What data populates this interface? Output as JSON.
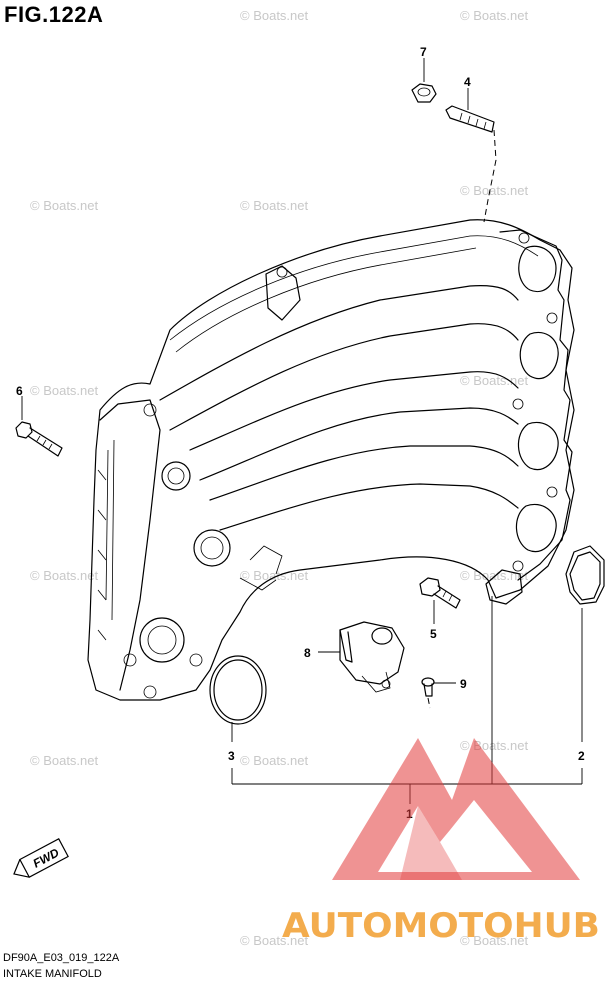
{
  "figure": {
    "title": "FIG.122A",
    "code": "DF90A_E03_019_122A",
    "caption": "INTAKE MANIFOLD"
  },
  "callouts": [
    "1",
    "2",
    "3",
    "4",
    "5",
    "6",
    "7",
    "8",
    "9"
  ],
  "watermark": {
    "text": "© Boats.net",
    "color": "#c8c8c8"
  },
  "direction_label": "FWD",
  "logo": {
    "text": "AUTOMOTOHUB",
    "color_primary": "#e23b3b",
    "color_accent": "#f2a33a"
  }
}
